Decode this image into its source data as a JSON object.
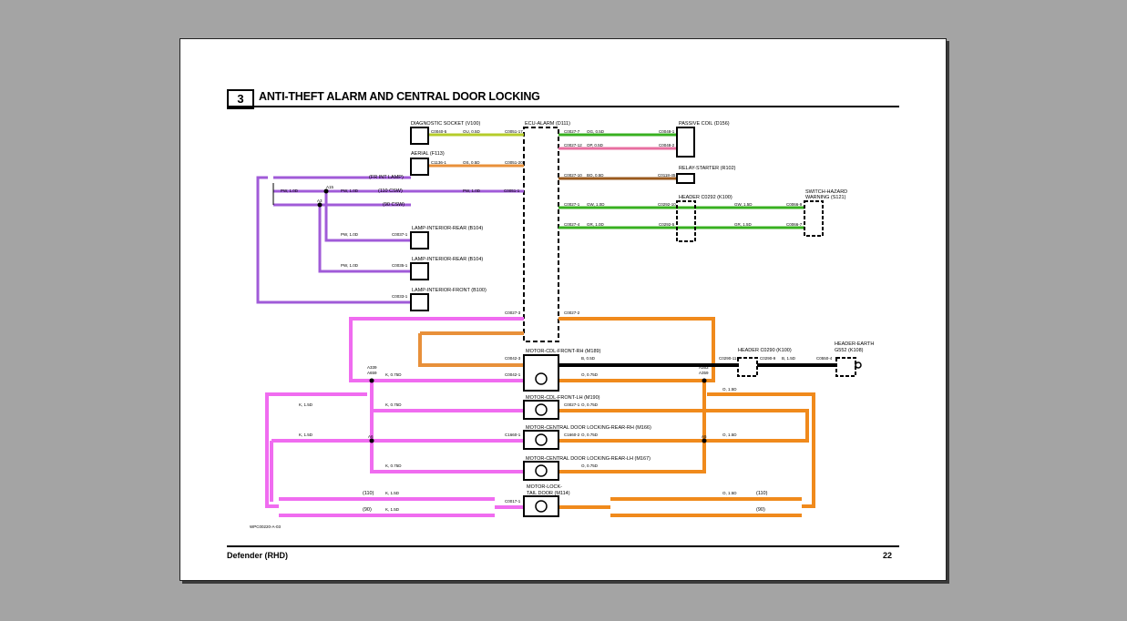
{
  "header": {
    "section_number": "3",
    "title": "ANTI-THEFT ALARM AND CENTRAL DOOR LOCKING"
  },
  "footer": {
    "vehicle": "Defender (RHD)",
    "page_number": "22"
  },
  "figure_ref": "WPC00220-A-03",
  "components": {
    "diag_socket": "DIAGNOSTIC SOCKET (V100)",
    "aerial": "AERIAL (F113)",
    "ecu": "ECU-ALARM (D111)",
    "passive_coil": "PASSIVE COIL (D156)",
    "relay_starter": "RELAY-STARTER (R102)",
    "header_c0292": "HEADER C0292 (K100)",
    "switch_hazard_1": "SWITCH-HAZARD",
    "switch_hazard_2": "WARNING (S121)",
    "lamp_rear_1": "LAMP-INTERIOR-REAR (B104)",
    "lamp_rear_2": "LAMP-INTERIOR-REAR (B104)",
    "lamp_front": "LAMP-INTERIOR-FRONT (B100)",
    "motor_fr_rh": "MOTOR-CDL-FRONT-RH (M189)",
    "motor_fr_lh": "MOTOR-CDL-FRONT-LH (M190)",
    "motor_rr_rh": "MOTOR-CENTRAL DOOR LOCKING-REAR-RH (M166)",
    "motor_rr_lh": "MOTOR-CENTRAL DOOR LOCKING-REAR-LH (M167)",
    "motor_tail_1": "MOTOR-LOCK-",
    "motor_tail_2": "TAIL DOOR (M114)",
    "header_c0290": "HEADER C0290 (K100)",
    "header_earth_1": "HEADER-EARTH",
    "header_earth_2": "G552 (K108)"
  },
  "notes": {
    "fr_int_lamp": "(FR INT LAMP)",
    "csw110": "(110 CSW)",
    "csw90": "(90 CSW)",
    "n110_l": "(110)",
    "n90_l": "(90)",
    "n110_r": "(110)",
    "n90_r": "(90)"
  },
  "wires": {
    "w1": "OU, 0.5D",
    "w2": "OS, 0.5D",
    "w3": "OG, 0.5D",
    "w4": "OP, 0.5D",
    "w5": "BO, 0.5D",
    "w6": "GW, 1.0D",
    "w7": "GR, 1.0D",
    "w8": "GW, 1.5D",
    "w9": "GR, 1.5D",
    "pw": "PW, 1.0D",
    "kb": "K, 0.75D",
    "ko": "O, 0.75D",
    "kl": "K, 1.5D",
    "ol": "O, 1.5D",
    "bl": "B, 0.5D",
    "bb": "B, 1.5D"
  },
  "connectors": {
    "c1": "C0040-5",
    "c2": "C0051-17",
    "c3": "C1136-1",
    "c4": "C0051-20",
    "c5": "C0027-7",
    "c6": "C0048-1",
    "c7": "C0027-12",
    "c8": "C0048-2",
    "c9": "C0027-10",
    "c10": "C0118-45",
    "c11": "C0027-1",
    "c12": "C0292-10",
    "c13": "C0027-4",
    "c14": "C0292-5",
    "c15": "C0066-9",
    "c16": "C0066-7",
    "c17": "C0051-1",
    "c18": "C0037-1",
    "c19": "C0035-1",
    "c20": "C0033-1",
    "c21": "C0027-3",
    "c22": "C0027-2",
    "c23": "C0042-3",
    "c24": "C0042-1",
    "c25": "C0027-1",
    "c26": "C1660-1",
    "c27": "C1660-2",
    "c28": "C0017-1",
    "c29": "C0290-11",
    "c30": "C0290-9",
    "c31": "C0550-4"
  },
  "splices": {
    "a15": "A15",
    "a3": "A3",
    "a339": "A339",
    "a659": "A659",
    "a6": "A6",
    "a353": "A353",
    "a359": "A359",
    "a5": "A5"
  },
  "colors": {
    "pink": "#f06cf0",
    "orange": "#f08a1c",
    "purple": "#a05bd8",
    "green": "#38b020",
    "black": "#000000"
  }
}
